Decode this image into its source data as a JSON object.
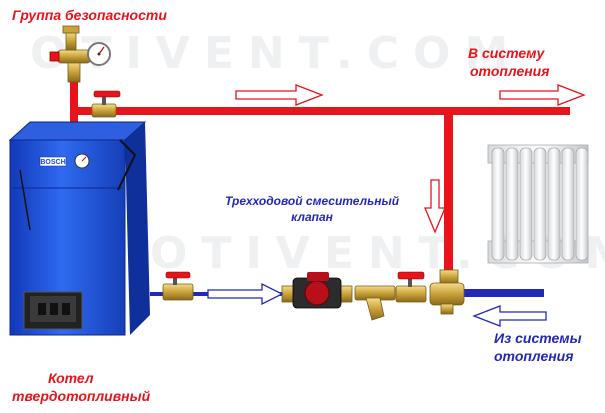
{
  "labels": {
    "safety_group": "Группа безопасности",
    "to_heating_line1": "В систему",
    "to_heating_line2": "отопления",
    "mixing_valve_line1": "Трехходовой смесительный",
    "mixing_valve_line2": "клапан",
    "from_heating_line1": "Из системы",
    "from_heating_line2": "отопления",
    "boiler_line1": "Котел",
    "boiler_line2": "твердотопливный"
  },
  "watermark": "OTIVENT.COM",
  "boiler_badge": "BOSCH",
  "colors": {
    "supply_pipe": "#e8141c",
    "return_pipe": "#2228b8",
    "boiler_body": "#1e4fd6",
    "label_red": "#e8141c",
    "label_blue": "#2228b8",
    "brass": "#c9a23a",
    "radiator": "#eef0f1"
  },
  "icons": [
    "manometer-icon",
    "ball-valve-icon",
    "circulation-pump-icon",
    "y-strainer-icon",
    "three-way-valve-icon",
    "radiator-icon",
    "flow-arrow-icon"
  ]
}
